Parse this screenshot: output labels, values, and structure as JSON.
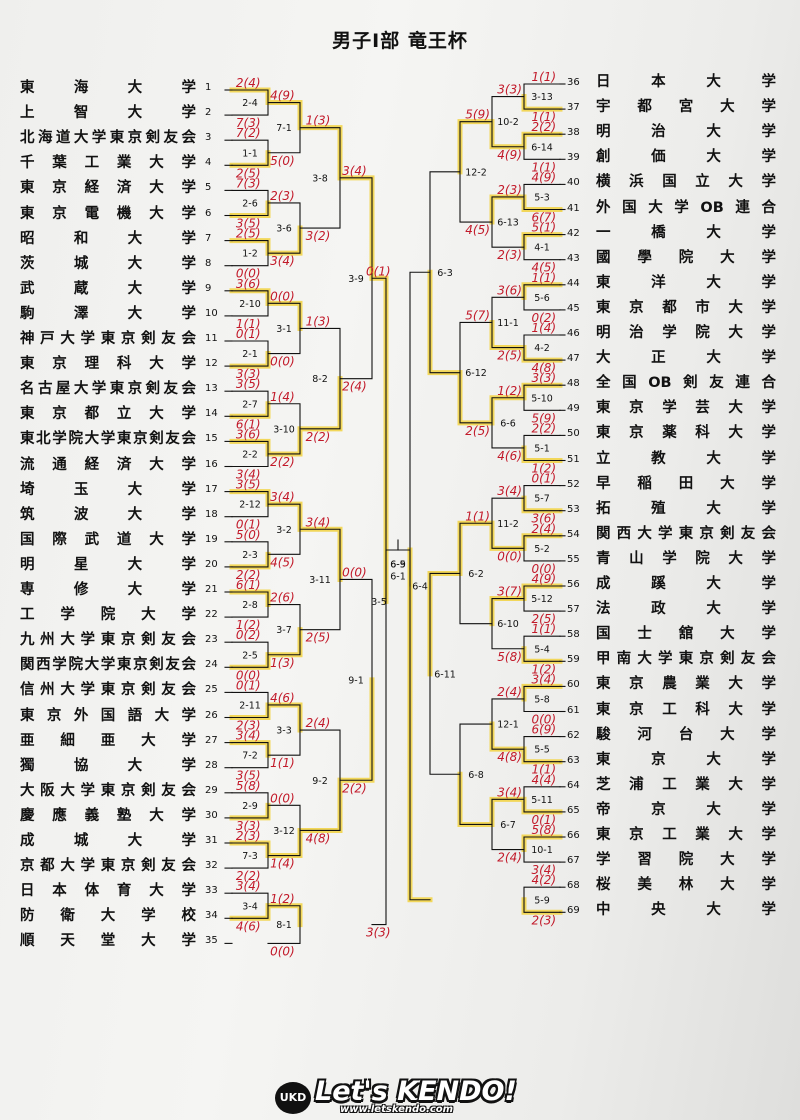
{
  "title": "男子Ⅰ部 竜王杯",
  "left_teams": [
    {
      "num": "1",
      "name": "東海大学"
    },
    {
      "num": "2",
      "name": "上智大学"
    },
    {
      "num": "3",
      "name": "北海道大学東京剣友会"
    },
    {
      "num": "4",
      "name": "千葉工業大学"
    },
    {
      "num": "5",
      "name": "東京経済大学"
    },
    {
      "num": "6",
      "name": "東京電機大学"
    },
    {
      "num": "7",
      "name": "昭和大学"
    },
    {
      "num": "8",
      "name": "茨城大学"
    },
    {
      "num": "9",
      "name": "武蔵大学"
    },
    {
      "num": "10",
      "name": "駒澤大学"
    },
    {
      "num": "11",
      "name": "神戸大学東京剣友会"
    },
    {
      "num": "12",
      "name": "東京理科大学"
    },
    {
      "num": "13",
      "name": "名古屋大学東京剣友会"
    },
    {
      "num": "14",
      "name": "東京都立大学"
    },
    {
      "num": "15",
      "name": "東北学院大学東京剣友会"
    },
    {
      "num": "16",
      "name": "流通経済大学"
    },
    {
      "num": "17",
      "name": "埼玉大学"
    },
    {
      "num": "18",
      "name": "筑波大学"
    },
    {
      "num": "19",
      "name": "国際武道大学"
    },
    {
      "num": "20",
      "name": "明星大学"
    },
    {
      "num": "21",
      "name": "専修大学"
    },
    {
      "num": "22",
      "name": "工学院大学"
    },
    {
      "num": "23",
      "name": "九州大学東京剣友会"
    },
    {
      "num": "24",
      "name": "関西学院大学東京剣友会"
    },
    {
      "num": "25",
      "name": "信州大学東京剣友会"
    },
    {
      "num": "26",
      "name": "東京外国語大学"
    },
    {
      "num": "27",
      "name": "亜細亜大学"
    },
    {
      "num": "28",
      "name": "獨協大学"
    },
    {
      "num": "29",
      "name": "大阪大学東京剣友会"
    },
    {
      "num": "30",
      "name": "慶應義塾大学"
    },
    {
      "num": "31",
      "name": "成城大学"
    },
    {
      "num": "32",
      "name": "京都大学東京剣友会"
    },
    {
      "num": "33",
      "name": "日本体育大学"
    },
    {
      "num": "34",
      "name": "防衛大学校"
    },
    {
      "num": "35",
      "name": "順天堂大学"
    }
  ],
  "right_teams": [
    {
      "num": "36",
      "name": "日本大学"
    },
    {
      "num": "37",
      "name": "宇都宮大学"
    },
    {
      "num": "38",
      "name": "明治大学"
    },
    {
      "num": "39",
      "name": "創価大学"
    },
    {
      "num": "40",
      "name": "横浜国立大学"
    },
    {
      "num": "41",
      "name": "外国大学OB連合"
    },
    {
      "num": "42",
      "name": "一橋大学"
    },
    {
      "num": "43",
      "name": "國學院大学"
    },
    {
      "num": "44",
      "name": "東洋大学"
    },
    {
      "num": "45",
      "name": "東京都市大学"
    },
    {
      "num": "46",
      "name": "明治学院大学"
    },
    {
      "num": "47",
      "name": "大正大学"
    },
    {
      "num": "48",
      "name": "全国OB剣友連合"
    },
    {
      "num": "49",
      "name": "東京学芸大学"
    },
    {
      "num": "50",
      "name": "東京薬科大学"
    },
    {
      "num": "51",
      "name": "立教大学"
    },
    {
      "num": "52",
      "name": "早稲田大学"
    },
    {
      "num": "53",
      "name": "拓殖大学"
    },
    {
      "num": "54",
      "name": "関西大学東京剣友会"
    },
    {
      "num": "55",
      "name": "青山学院大学"
    },
    {
      "num": "56",
      "name": "成蹊大学"
    },
    {
      "num": "57",
      "name": "法政大学"
    },
    {
      "num": "58",
      "name": "国士舘大学"
    },
    {
      "num": "59",
      "name": "甲南大学東京剣友会"
    },
    {
      "num": "60",
      "name": "東京農業大学"
    },
    {
      "num": "61",
      "name": "東京工科大学"
    },
    {
      "num": "62",
      "name": "駿河台大学"
    },
    {
      "num": "63",
      "name": "東京大学"
    },
    {
      "num": "64",
      "name": "芝浦工業大学"
    },
    {
      "num": "65",
      "name": "帝京大学"
    },
    {
      "num": "66",
      "name": "東京工業大学"
    },
    {
      "num": "67",
      "name": "学習院大学"
    },
    {
      "num": "68",
      "name": "桜美林大学"
    },
    {
      "num": "69",
      "name": "中央大学"
    }
  ],
  "match_labels": [
    "2-4",
    "1-1",
    "2-6",
    "1-2",
    "2-10",
    "2-1",
    "2-7",
    "2-2",
    "2-12",
    "2-3",
    "2-8",
    "2-5",
    "2-11",
    "7-2",
    "2-9",
    "7-3",
    "3-4",
    "7-1",
    "3-6",
    "3-1",
    "3-10",
    "3-2",
    "3-7",
    "3-3",
    "3-12",
    "8-1",
    "3-8",
    "8-2",
    "3-11",
    "9-2",
    "3-9",
    "9-1",
    "3-5",
    "3-13",
    "6-14",
    "5-3",
    "4-1",
    "5-6",
    "4-2",
    "5-10",
    "5-1",
    "5-7",
    "5-2",
    "5-12",
    "5-4",
    "5-8",
    "5-5",
    "5-11",
    "10-1",
    "5-9",
    "10-2",
    "6-13",
    "11-1",
    "6-6",
    "11-2",
    "6-10",
    "12-1",
    "6-7",
    "12-2",
    "6-12",
    "6-2",
    "6-8",
    "6-3",
    "6-11",
    "6-4",
    "6-9",
    "6-5",
    "6-1"
  ],
  "scores": [
    "2(4)",
    "7(3)",
    "7(2)",
    "2(5)",
    "7(3)",
    "3(5)",
    "2(5)",
    "0(0)",
    "3(6)",
    "1(1)",
    "0(1)",
    "3(3)",
    "3(5)",
    "6(1)",
    "3(6)",
    "3(4)",
    "3(5)",
    "0(1)",
    "5(0)",
    "2(2)",
    "6(1)",
    "1(2)",
    "0(2)",
    "0(0)",
    "0(1)",
    "2(3)",
    "3(4)",
    "3(5)",
    "5(8)",
    "3(3)",
    "2(3)",
    "2(2)",
    "3(4)",
    "4(6)",
    "4(9)",
    "5(0)",
    "2(3)",
    "3(4)",
    "0(0)",
    "0(0)",
    "1(4)",
    "2(2)",
    "3(4)",
    "4(5)",
    "2(6)",
    "1(3)",
    "4(6)",
    "1(1)",
    "0(0)",
    "1(4)",
    "1(2)",
    "0(0)",
    "1(3)",
    "3(2)",
    "1(3)",
    "2(2)",
    "3(4)",
    "2(5)",
    "2(4)",
    "4(8)",
    "3(4)",
    "2(4)",
    "0(0)",
    "2(2)",
    "0(1)",
    "3(3)",
    "1(1)",
    "1(1)",
    "2(2)",
    "1(1)",
    "4(9)",
    "6(7)",
    "5(1)",
    "4(5)",
    "1(1)",
    "0(2)",
    "1(4)",
    "4(8)",
    "3(3)",
    "5(9)",
    "2(2)",
    "1(2)",
    "0(1)",
    "3(6)",
    "2(4)",
    "0(0)",
    "4(9)",
    "2(5)",
    "1(1)",
    "1(2)",
    "3(4)",
    "0(0)",
    "6(9)",
    "1(1)",
    "4(4)",
    "0(1)",
    "5(8)",
    "3(4)",
    "4(2)",
    "2(3)",
    "3(3)",
    "4(9)",
    "2(3)",
    "2(3)",
    "3(6)",
    "2(5)",
    "1(2)",
    "4(6)",
    "3(4)",
    "0(0)",
    "3(7)",
    "5(8)",
    "2(4)",
    "4(8)",
    "3(4)",
    "2(4)",
    "5(9)",
    "4(5)",
    "5(7)",
    "2(5)",
    "1(1)"
  ],
  "footer": {
    "badge": "UKD",
    "logo": "Let's KENDO!",
    "url": "www.letskendo.com"
  },
  "colors": {
    "highlight": "#f2d75a",
    "score_ink": "#c21a2a",
    "line": "#111111"
  }
}
